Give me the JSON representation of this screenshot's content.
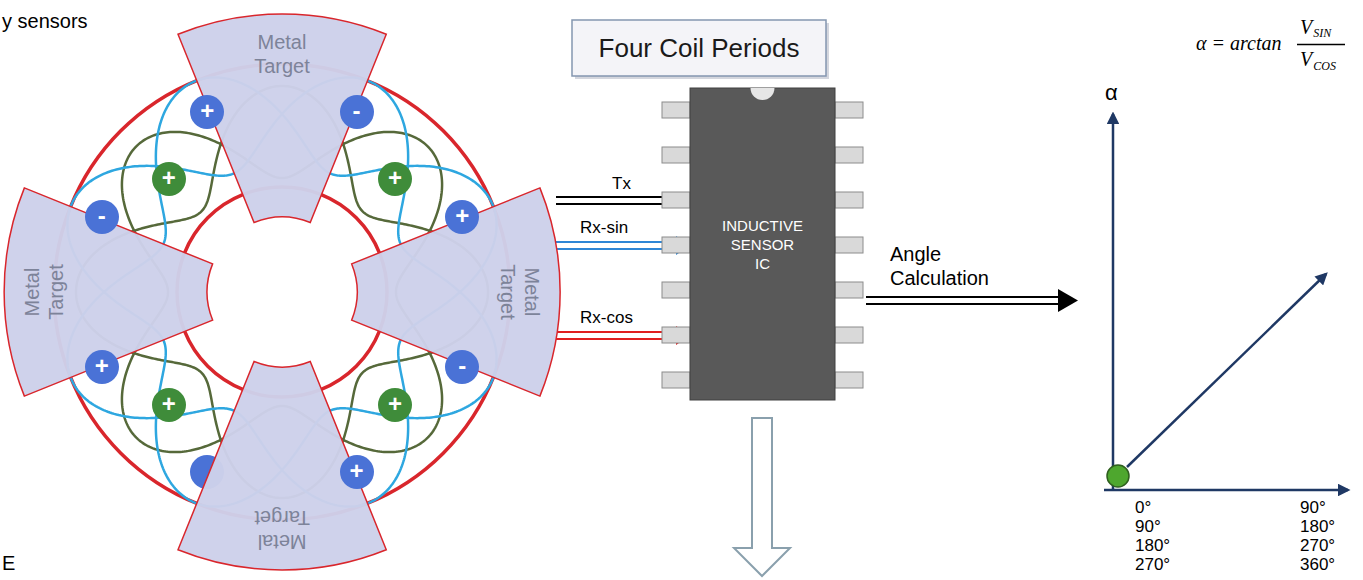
{
  "diagram": {
    "nodes": [
      {
        "text": [
          "Metal Target"
        ]
      },
      {
        "text": [
          "Metal Target"
        ]
      },
      {
        "text": [
          "Metal Target"
        ]
      },
      {
        "text": [
          "Metal Target"
        ]
      },
      {
        "text": [
          "+"
        ]
      },
      {
        "text": [
          "-"
        ]
      },
      {
        "text": [
          "+"
        ]
      },
      {
        "text": [
          "+"
        ]
      },
      {
        "text": [
          "-"
        ]
      },
      {
        "text": [
          "+"
        ]
      },
      {
        "text": [
          "+"
        ]
      },
      {
        "text": [
          "-"
        ]
      },
      {
        "text": [
          "+"
        ]
      },
      {
        "text": [
          "+"
        ]
      },
      {
        "text": [
          "+"
        ]
      },
      {
        "text": [
          "Four Coil Periods"
        ]
      },
      {
        "text": [
          "INDUCTIVE SENSOR IC"
        ]
      }
    ],
    "labels": [
      "y sensors",
      "Tx",
      "Rx-sin",
      "Rx-cos",
      "Angle Calculation",
      "α = arctan",
      "V",
      "SIN",
      "V",
      "COS",
      "α",
      "0°",
      "90°",
      "90°",
      "180°",
      "180°",
      "270°",
      "270°",
      "360°",
      "E"
    ]
  }
}
